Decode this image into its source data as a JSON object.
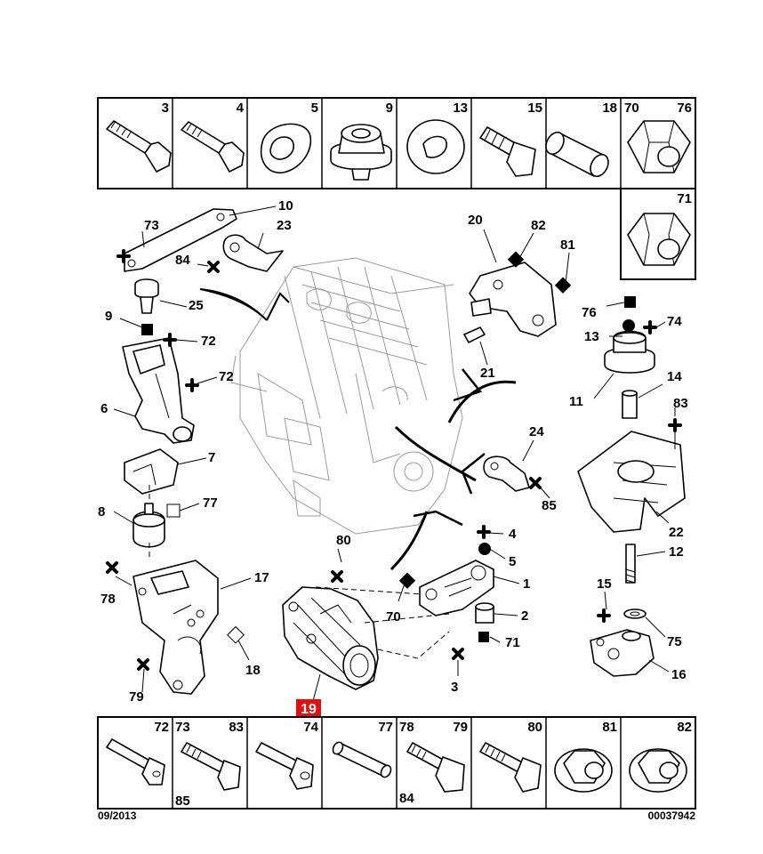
{
  "top_header_labels": [
    "3",
    "4",
    "5",
    "9",
    "13",
    "15",
    "18",
    "70",
    "76",
    "71"
  ],
  "bottom_header_labels": [
    "72",
    "73",
    "83",
    "74",
    "77",
    "78",
    "79",
    "80",
    "81",
    "82",
    "85",
    "84"
  ],
  "callouts": {
    "c10": "10",
    "c73": "73",
    "c23": "23",
    "c84": "84",
    "c25": "25",
    "c9": "9",
    "c72a": "72",
    "c72b": "72",
    "c6": "6",
    "c7": "7",
    "c77": "77",
    "c8": "8",
    "c78": "78",
    "c17": "17",
    "c18": "18",
    "c79": "79",
    "c80": "80",
    "c20": "20",
    "c82": "82",
    "c81": "81",
    "c21": "21",
    "c24": "24",
    "c85": "85",
    "c76": "76",
    "c74": "74",
    "c13": "13",
    "c11": "11",
    "c14": "14",
    "c83": "83",
    "c22": "22",
    "c12": "12",
    "c15": "15",
    "c75": "75",
    "c16": "16",
    "c4": "4",
    "c5": "5",
    "c1": "1",
    "c2": "2",
    "c70": "70",
    "c71": "71",
    "c3": "3"
  },
  "highlight_callout": "19",
  "highlight_color": "#e01010",
  "footer_left": "09/2013",
  "footer_right": "00037942",
  "legend_symbols": [
    "cross",
    "square",
    "circle",
    "open-square"
  ]
}
